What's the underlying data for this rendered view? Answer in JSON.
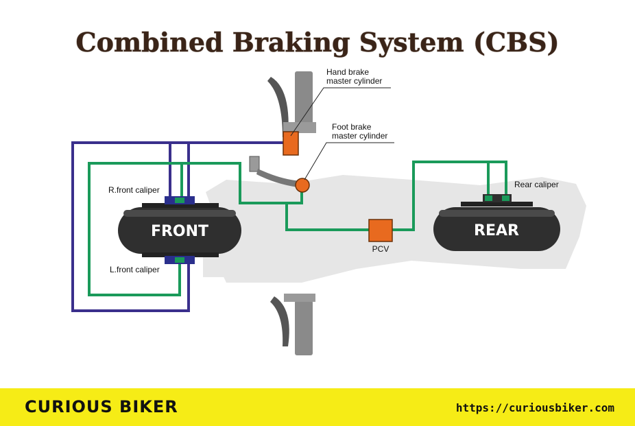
{
  "title": "Combined Braking System (CBS)",
  "labels": {
    "hand_brake_line1": "Hand brake",
    "hand_brake_line2": "master cylinder",
    "foot_brake_line1": "Foot brake",
    "foot_brake_line2": "master cylinder",
    "r_front_caliper": "R.front caliper",
    "l_front_caliper": "L.front caliper",
    "rear_caliper": "Rear caliper",
    "pcv": "PCV",
    "front": "FRONT",
    "rear": "REAR"
  },
  "footer": {
    "brand": "CURIOUS BIKER",
    "url": "https://curiousbiker.com"
  },
  "colors": {
    "hydraulic_line_blue": "#3a2f8c",
    "hydraulic_line_green": "#1a9a5a",
    "master_cylinder_orange": "#e86a1f",
    "footer_yellow": "#f6ec16"
  },
  "icons": [
    "wrench-gear-icon"
  ]
}
